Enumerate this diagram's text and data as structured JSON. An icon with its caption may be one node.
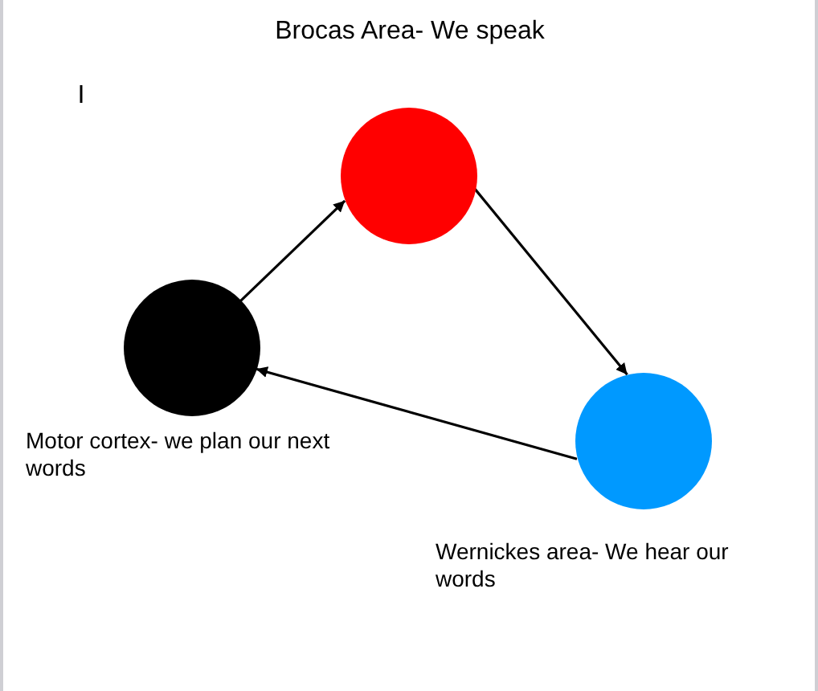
{
  "diagram": {
    "nodes": [
      {
        "text": [],
        "shape": "circle",
        "beside": [
          "Brocas Area- We speak"
        ]
      },
      {
        "text": [],
        "shape": "circle",
        "beside": [
          "Motor cortex- we plan our next words"
        ]
      },
      {
        "text": [],
        "shape": "circle",
        "beside": [
          "Wernickes area- We hear our words"
        ]
      }
    ],
    "edges": [
      {
        "from": 1,
        "to": 0,
        "arrow": "to"
      },
      {
        "from": 0,
        "to": 2,
        "arrow": "to"
      },
      {
        "from": 2,
        "to": 1,
        "arrow": "to"
      }
    ]
  }
}
